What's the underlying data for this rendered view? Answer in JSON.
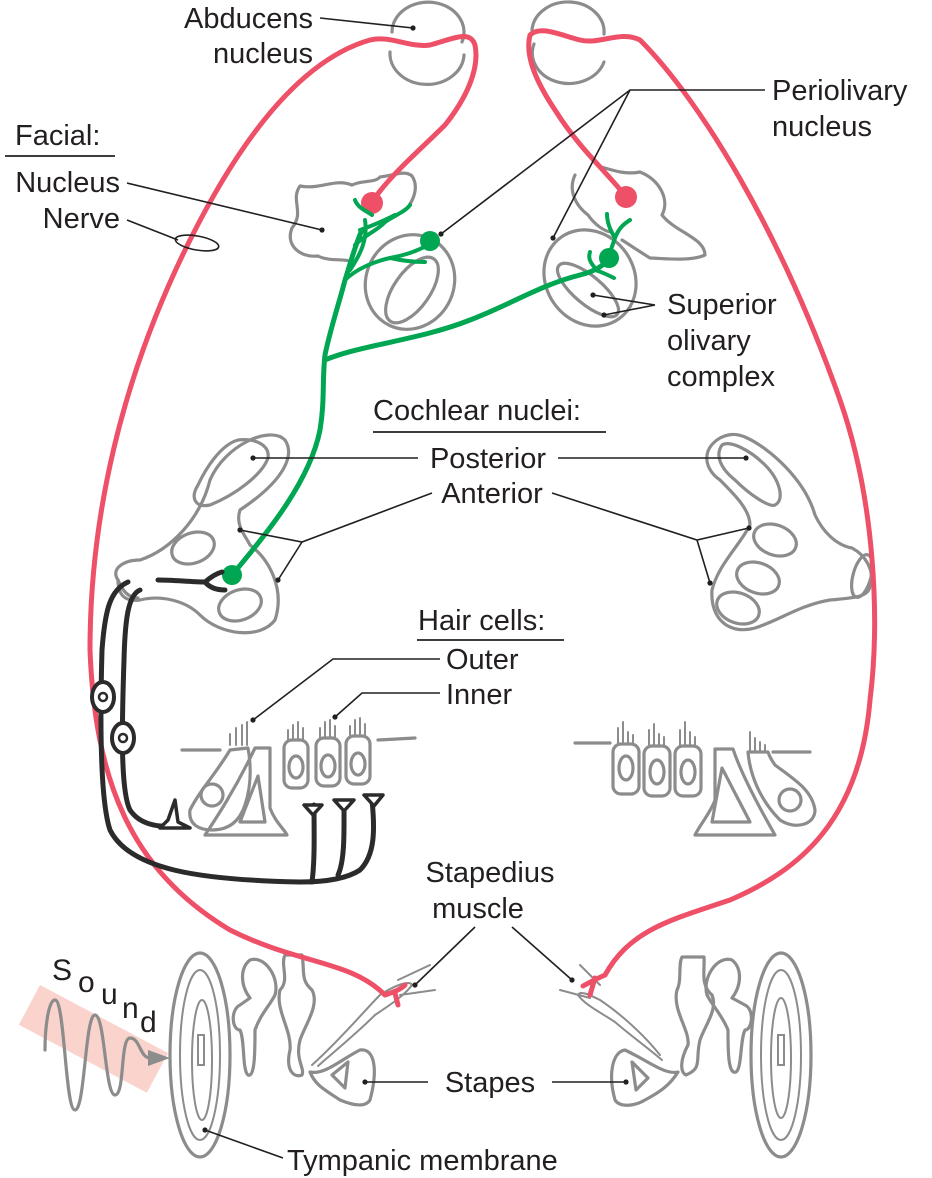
{
  "title": "Acoustic (stapedius) reflex pathway",
  "colors": {
    "facial_efferent": "#ee5068",
    "olivary_interneuron": "#00a651",
    "cochlear_afferent": "#2b2b2b",
    "anatomy_outline": "#8c8c8c",
    "sound_badge": "#f9d3cc",
    "text": "#231f20"
  },
  "labels": {
    "abducens_line1": "Abducens",
    "abducens_line2": "nucleus",
    "facial_heading": "Facial:",
    "facial_nucleus": "Nucleus",
    "facial_nerve": "Nerve",
    "periolivary_line1": "Periolivary",
    "periolivary_line2": "nucleus",
    "superior_olivary_line1": "Superior",
    "superior_olivary_line2": "olivary",
    "superior_olivary_line3": "complex",
    "cochlear_heading": "Cochlear nuclei:",
    "cochlear_posterior": "Posterior",
    "cochlear_anterior": "Anterior",
    "hair_cells_heading": "Hair cells:",
    "hair_cells_outer": "Outer",
    "hair_cells_inner": "Inner",
    "stapedius_line1": "Stapedius",
    "stapedius_line2": "muscle",
    "stapes": "Stapes",
    "tympanic": "Tympanic membrane",
    "sound_letters": [
      "S",
      "o",
      "u",
      "n",
      "d"
    ]
  }
}
